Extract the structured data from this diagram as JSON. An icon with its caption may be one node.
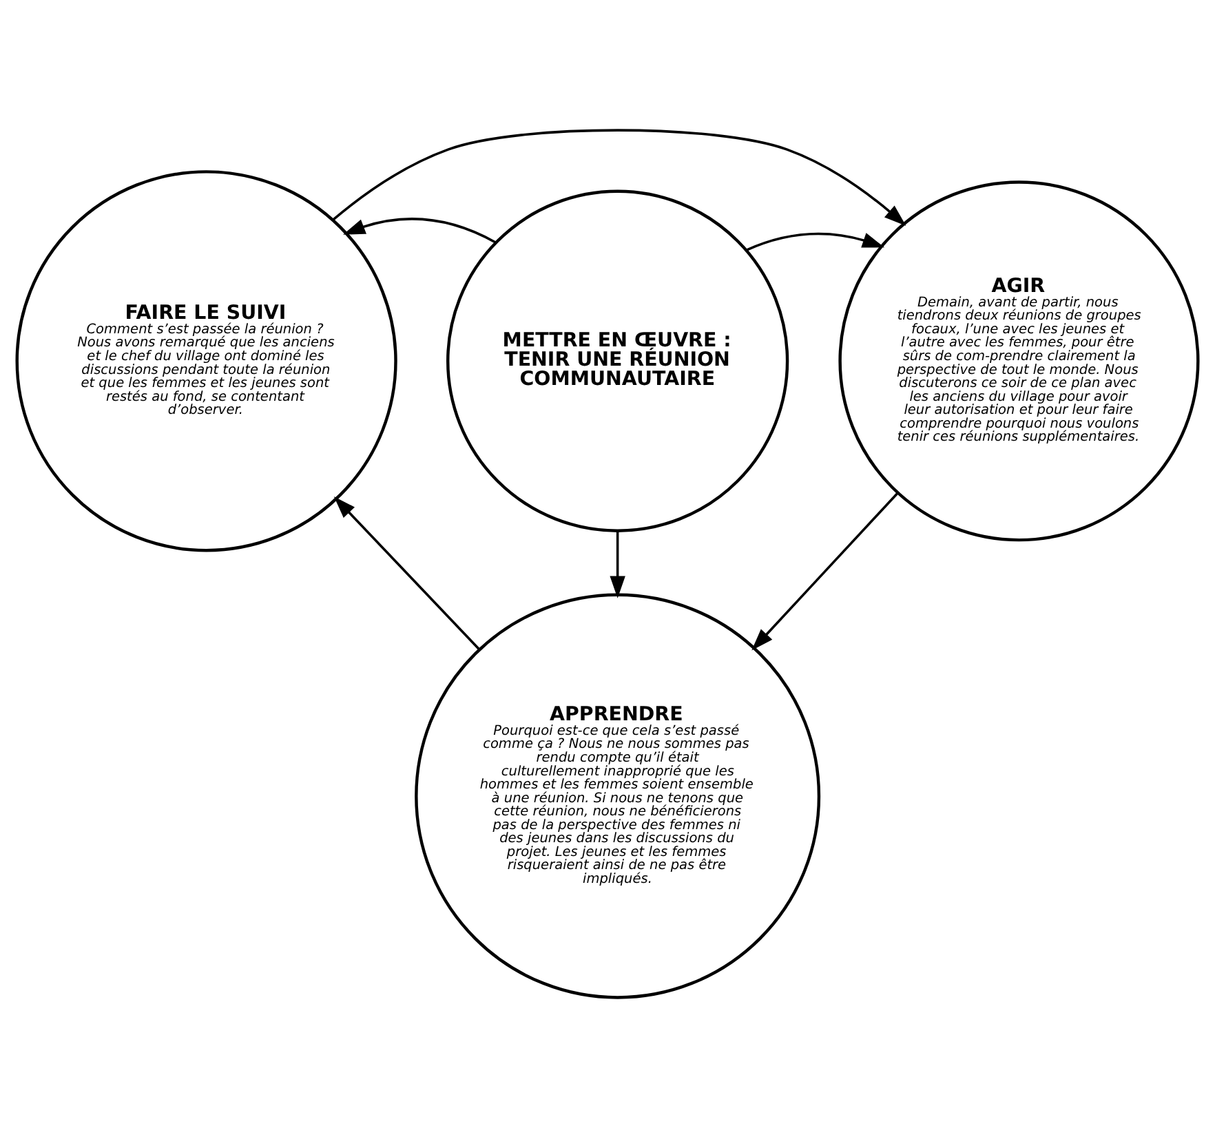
{
  "diagram": {
    "nodes": [
      {
        "text": [
          "FAIRE LE SUIVI",
          "Comment s’est passée la réunion ? Nous avons remarqué que les anciens et le chef du village ont dominé les discussions pendant toute la réunion et que les femmes et les jeunes sont restés au fond, se contentant d’observer."
        ]
      },
      {
        "text": [
          "AGIR",
          "Demain, avant de partir, nous tiendrons deux réunions de groupes focaux, l’une avec les jeunes et l’autre avec les femmes, pour être sûrs de com-prendre clairement la perspective de tout le monde. Nous discuterons ce soir de ce plan avec les anciens du village pour avoir leur autorisation et pour leur faire comprendre pourquoi nous voulons tenir ces réunions supplémentaires."
        ]
      },
      {
        "text": [
          "METTRE EN ŒUVRE : TENIR UNE RÉUNION COMMUNAUTAIRE"
        ]
      },
      {
        "text": [
          "APPRENDRE",
          "Pourquoi est-ce que cela s’est passé comme ça ? Nous ne nous sommes pas rendu compte qu’il était culturellement inapproprié que les hommes et les femmes soient ensemble à une réunion. Si nous ne tenons que cette réunion, nous ne bénéficierons pas de la perspective des femmes ni des jeunes dans les discussions du projet. Les jeunes et les femmes risqueraient ainsi de ne pas être impliqués."
        ]
      }
    ],
    "edges": [
      {
        "from": 0,
        "to": 1,
        "arrow": "to"
      },
      {
        "from": 1,
        "to": 3,
        "arrow": "to"
      },
      {
        "from": 3,
        "to": 0,
        "arrow": "to"
      },
      {
        "from": 2,
        "to": 1,
        "arrow": "to"
      },
      {
        "from": 2,
        "to": 3,
        "arrow": "to"
      },
      {
        "from": 2,
        "to": 0,
        "arrow": "to"
      }
    ]
  }
}
